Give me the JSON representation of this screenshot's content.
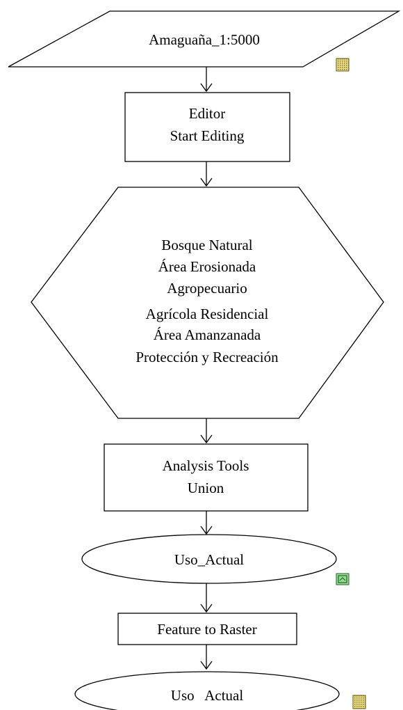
{
  "diagram": {
    "input_layer": {
      "label": "Amaguaña_1:5000",
      "icon": "raster-grid-icon"
    },
    "editor_step": {
      "line1": "Editor",
      "line2": "Start Editing"
    },
    "categories": [
      "Bosque Natural",
      "Área Erosionada",
      "Agropecuario",
      "Agrícola Residencial",
      "Área Amanzanada",
      "Protección y Recreación"
    ],
    "analysis_step": {
      "line1": "Analysis Tools",
      "line2": "Union"
    },
    "union_output": {
      "label": "Uso_Actual",
      "icon": "feature-class-icon"
    },
    "conversion_step": {
      "label": "Feature to Raster"
    },
    "raster_output": {
      "label": "Uso   Actual",
      "icon": "raster-grid-icon"
    }
  },
  "colors": {
    "stroke": "#000000",
    "fill": "#ffffff",
    "raster_icon": "#c8b84a",
    "feature_icon": "#3a9a3a"
  }
}
